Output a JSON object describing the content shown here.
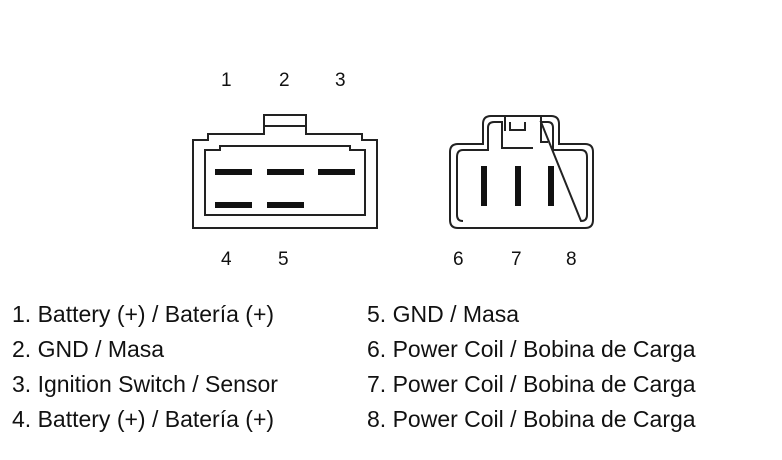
{
  "pins_top_left": [
    "1",
    "2",
    "3"
  ],
  "pins_bottom_left": [
    "4",
    "5"
  ],
  "pins_right": [
    "6",
    "7",
    "8"
  ],
  "legend_left": [
    "1. Battery (+) / Batería (+)",
    "2. GND / Masa",
    "3. Ignition Switch / Sensor",
    "4. Battery (+) / Batería (+)"
  ],
  "legend_right": [
    "5. GND / Masa",
    "6. Power Coil / Bobina de Carga",
    "7. Power Coil / Bobina de Carga",
    "8. Power Coil / Bobina de Carga"
  ]
}
